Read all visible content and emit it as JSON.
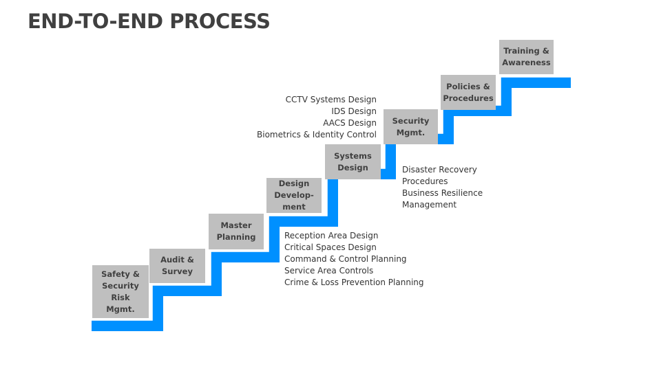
{
  "title": "END-TO-END PROCESS",
  "colors": {
    "stair": "#0090ff",
    "box": "#bfbfbf",
    "text": "#404040"
  },
  "steps": [
    {
      "id": "safety",
      "label": "Safety &\nSecurity\nRisk\nMgmt."
    },
    {
      "id": "audit",
      "label": "Audit &\nSurvey"
    },
    {
      "id": "master",
      "label": "Master\nPlanning"
    },
    {
      "id": "design-dev",
      "label": "Design\nDevelop-\nment"
    },
    {
      "id": "systems",
      "label": "Systems\nDesign"
    },
    {
      "id": "security",
      "label": "Security\nMgmt."
    },
    {
      "id": "policies",
      "label": "Policies &\nProcedures"
    },
    {
      "id": "training",
      "label": "Training &\nAwareness"
    }
  ],
  "notes": {
    "systems_design": [
      "CCTV Systems Design",
      "IDS Design",
      "AACS Design",
      "Biometrics & Identity Control"
    ],
    "security_mgmt": [
      "Disaster Recovery",
      "Procedures",
      "Business Resilience",
      "Management"
    ],
    "design_development": [
      "Reception Area Design",
      "Critical Spaces Design",
      "Command & Control Planning",
      "Service Area Controls",
      "Crime & Loss Prevention Planning"
    ]
  }
}
